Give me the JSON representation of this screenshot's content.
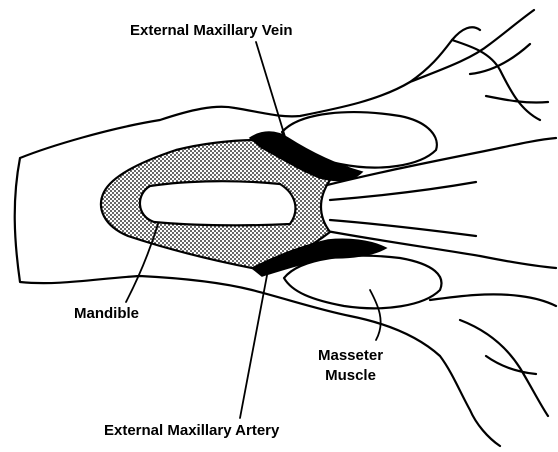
{
  "labels": {
    "external_maxillary_vein": "External Maxillary Vein",
    "mandible": "Mandible",
    "masseter_line1": "Masseter",
    "masseter_line2": "Muscle",
    "external_maxillary_artery": "External Maxillary Artery"
  },
  "colors": {
    "ink": "#000000",
    "background": "#ffffff",
    "mandible_stipple": "#c8c8c8"
  }
}
